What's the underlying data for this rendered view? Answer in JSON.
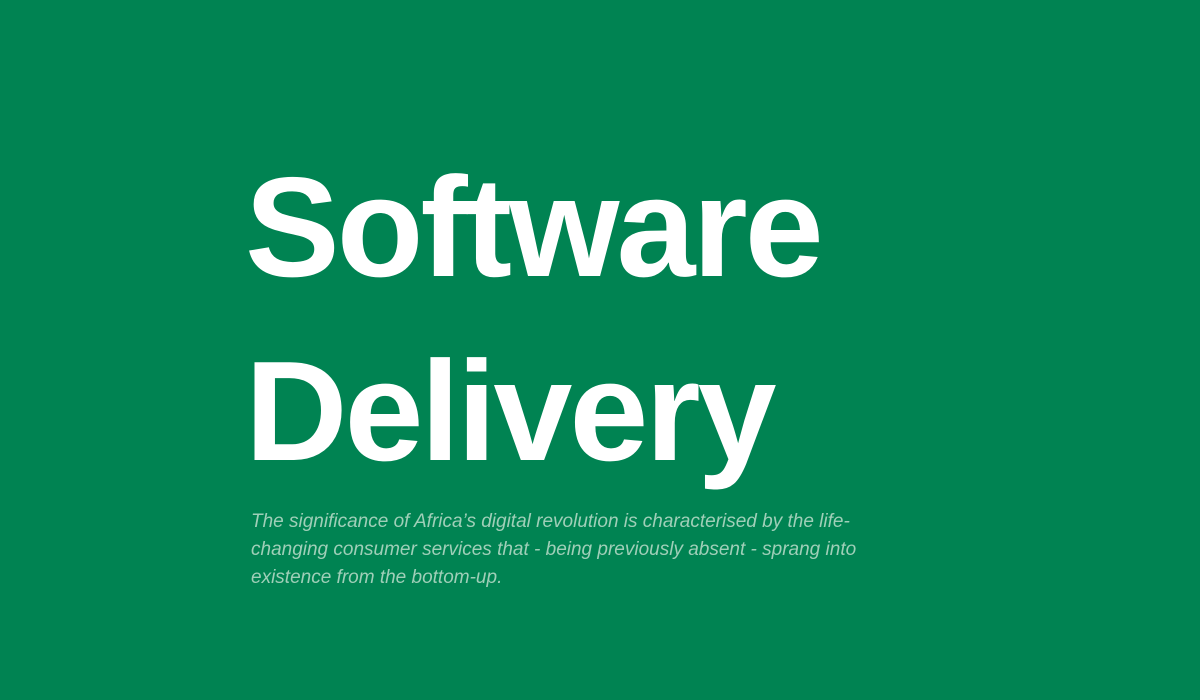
{
  "hero": {
    "title_line_1": "Software",
    "title_line_2": "Delivery",
    "description": "The significance of Africa’s digital revolution is characterised by the life-changing consumer services that - being previously absent - sprang into existence from the bottom-up."
  },
  "colors": {
    "background": "#008352",
    "title": "#ffffff",
    "description": "#9fcfb8"
  }
}
